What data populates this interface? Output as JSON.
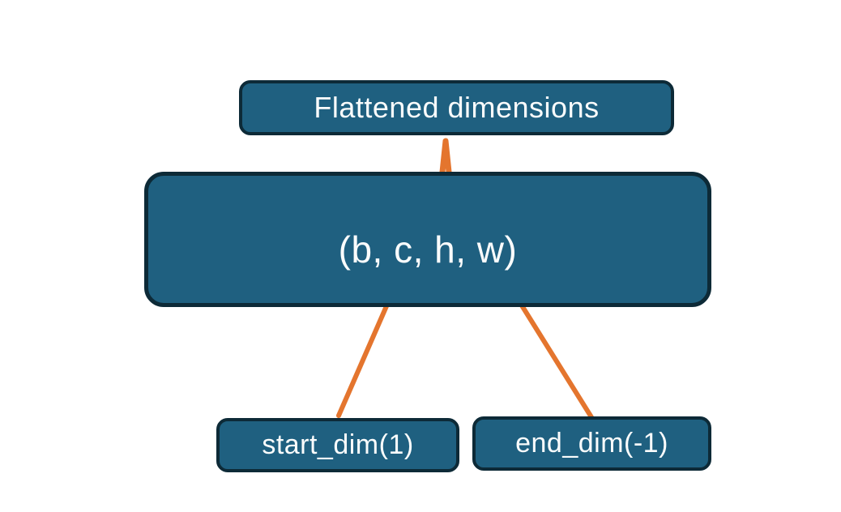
{
  "colors": {
    "background": "#ffffff",
    "box_fill": "#1f6080",
    "box_border": "#0d2a37",
    "connector": "#e4752e",
    "text": "#fafcfc"
  },
  "diagram": {
    "flattened_box": {
      "label": "Flattened dimensions"
    },
    "tensor_box": {
      "label": "(b, c, h, w)"
    },
    "start_dim_box": {
      "label": "start_dim(1)"
    },
    "end_dim_box": {
      "label": "end_dim(-1)"
    }
  }
}
